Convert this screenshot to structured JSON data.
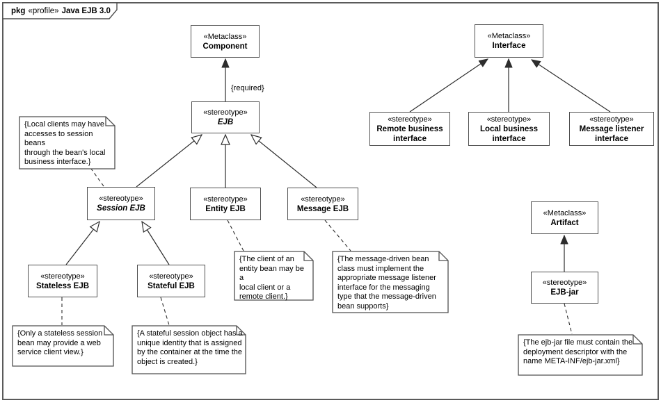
{
  "frame": {
    "kind_label": "pkg",
    "stereotype_label": "«profile»",
    "title": "Java EJB 3.0"
  },
  "colors": {
    "background": "#ffffff",
    "line": "#2d2d2d",
    "box_border": "#4f4f4f",
    "text": "#000000"
  },
  "nodes": {
    "component": {
      "stereotype": "«Metaclass»",
      "name": "Component"
    },
    "ejb": {
      "stereotype": "«stereotype»",
      "name": "EJB"
    },
    "interface": {
      "stereotype": "«Metaclass»",
      "name": "Interface"
    },
    "remote_business_interface": {
      "stereotype": "«stereotype»",
      "name": "Remote business interface"
    },
    "local_business_interface": {
      "stereotype": "«stereotype»",
      "name": "Local business interface"
    },
    "message_listener_interface": {
      "stereotype": "«stereotype»",
      "name": "Message listener interface"
    },
    "session_ejb": {
      "stereotype": "«stereotype»",
      "name": "Session EJB"
    },
    "entity_ejb": {
      "stereotype": "«stereotype»",
      "name": "Entity EJB"
    },
    "message_ejb": {
      "stereotype": "«stereotype»",
      "name": "Message EJB"
    },
    "stateless_ejb": {
      "stereotype": "«stereotype»",
      "name": "Stateless EJB"
    },
    "stateful_ejb": {
      "stereotype": "«stereotype»",
      "name": "Stateful EJB"
    },
    "artifact": {
      "stereotype": "«Metaclass»",
      "name": "Artifact"
    },
    "ejb_jar": {
      "stereotype": "«stereotype»",
      "name": "EJB-jar"
    }
  },
  "edge_labels": {
    "required": "{required}"
  },
  "notes": {
    "session_local_clients": "{Local clients may have\naccesses to session beans\nthrough the bean's local\nbusiness interface.}",
    "stateless_web_service": "{Only a stateless session\nbean may provide a web\nservice client view.}",
    "stateful_identity": "{A stateful session object has a\nunique identity that is assigned\nby the container at the time the\nobject is created.}",
    "entity_client": "{The client of an\nentity bean may be a\nlocal client or a\nremote client.}",
    "message_listener": "{The message-driven bean\nclass must implement the\nappropriate message listener\ninterface for the messaging\ntype that the message-driven\nbean supports}",
    "ejb_jar_descriptor": "{The ejb-jar file must contain the\ndeployment descriptor with the\nname META-INF/ejb-jar.xml}"
  }
}
